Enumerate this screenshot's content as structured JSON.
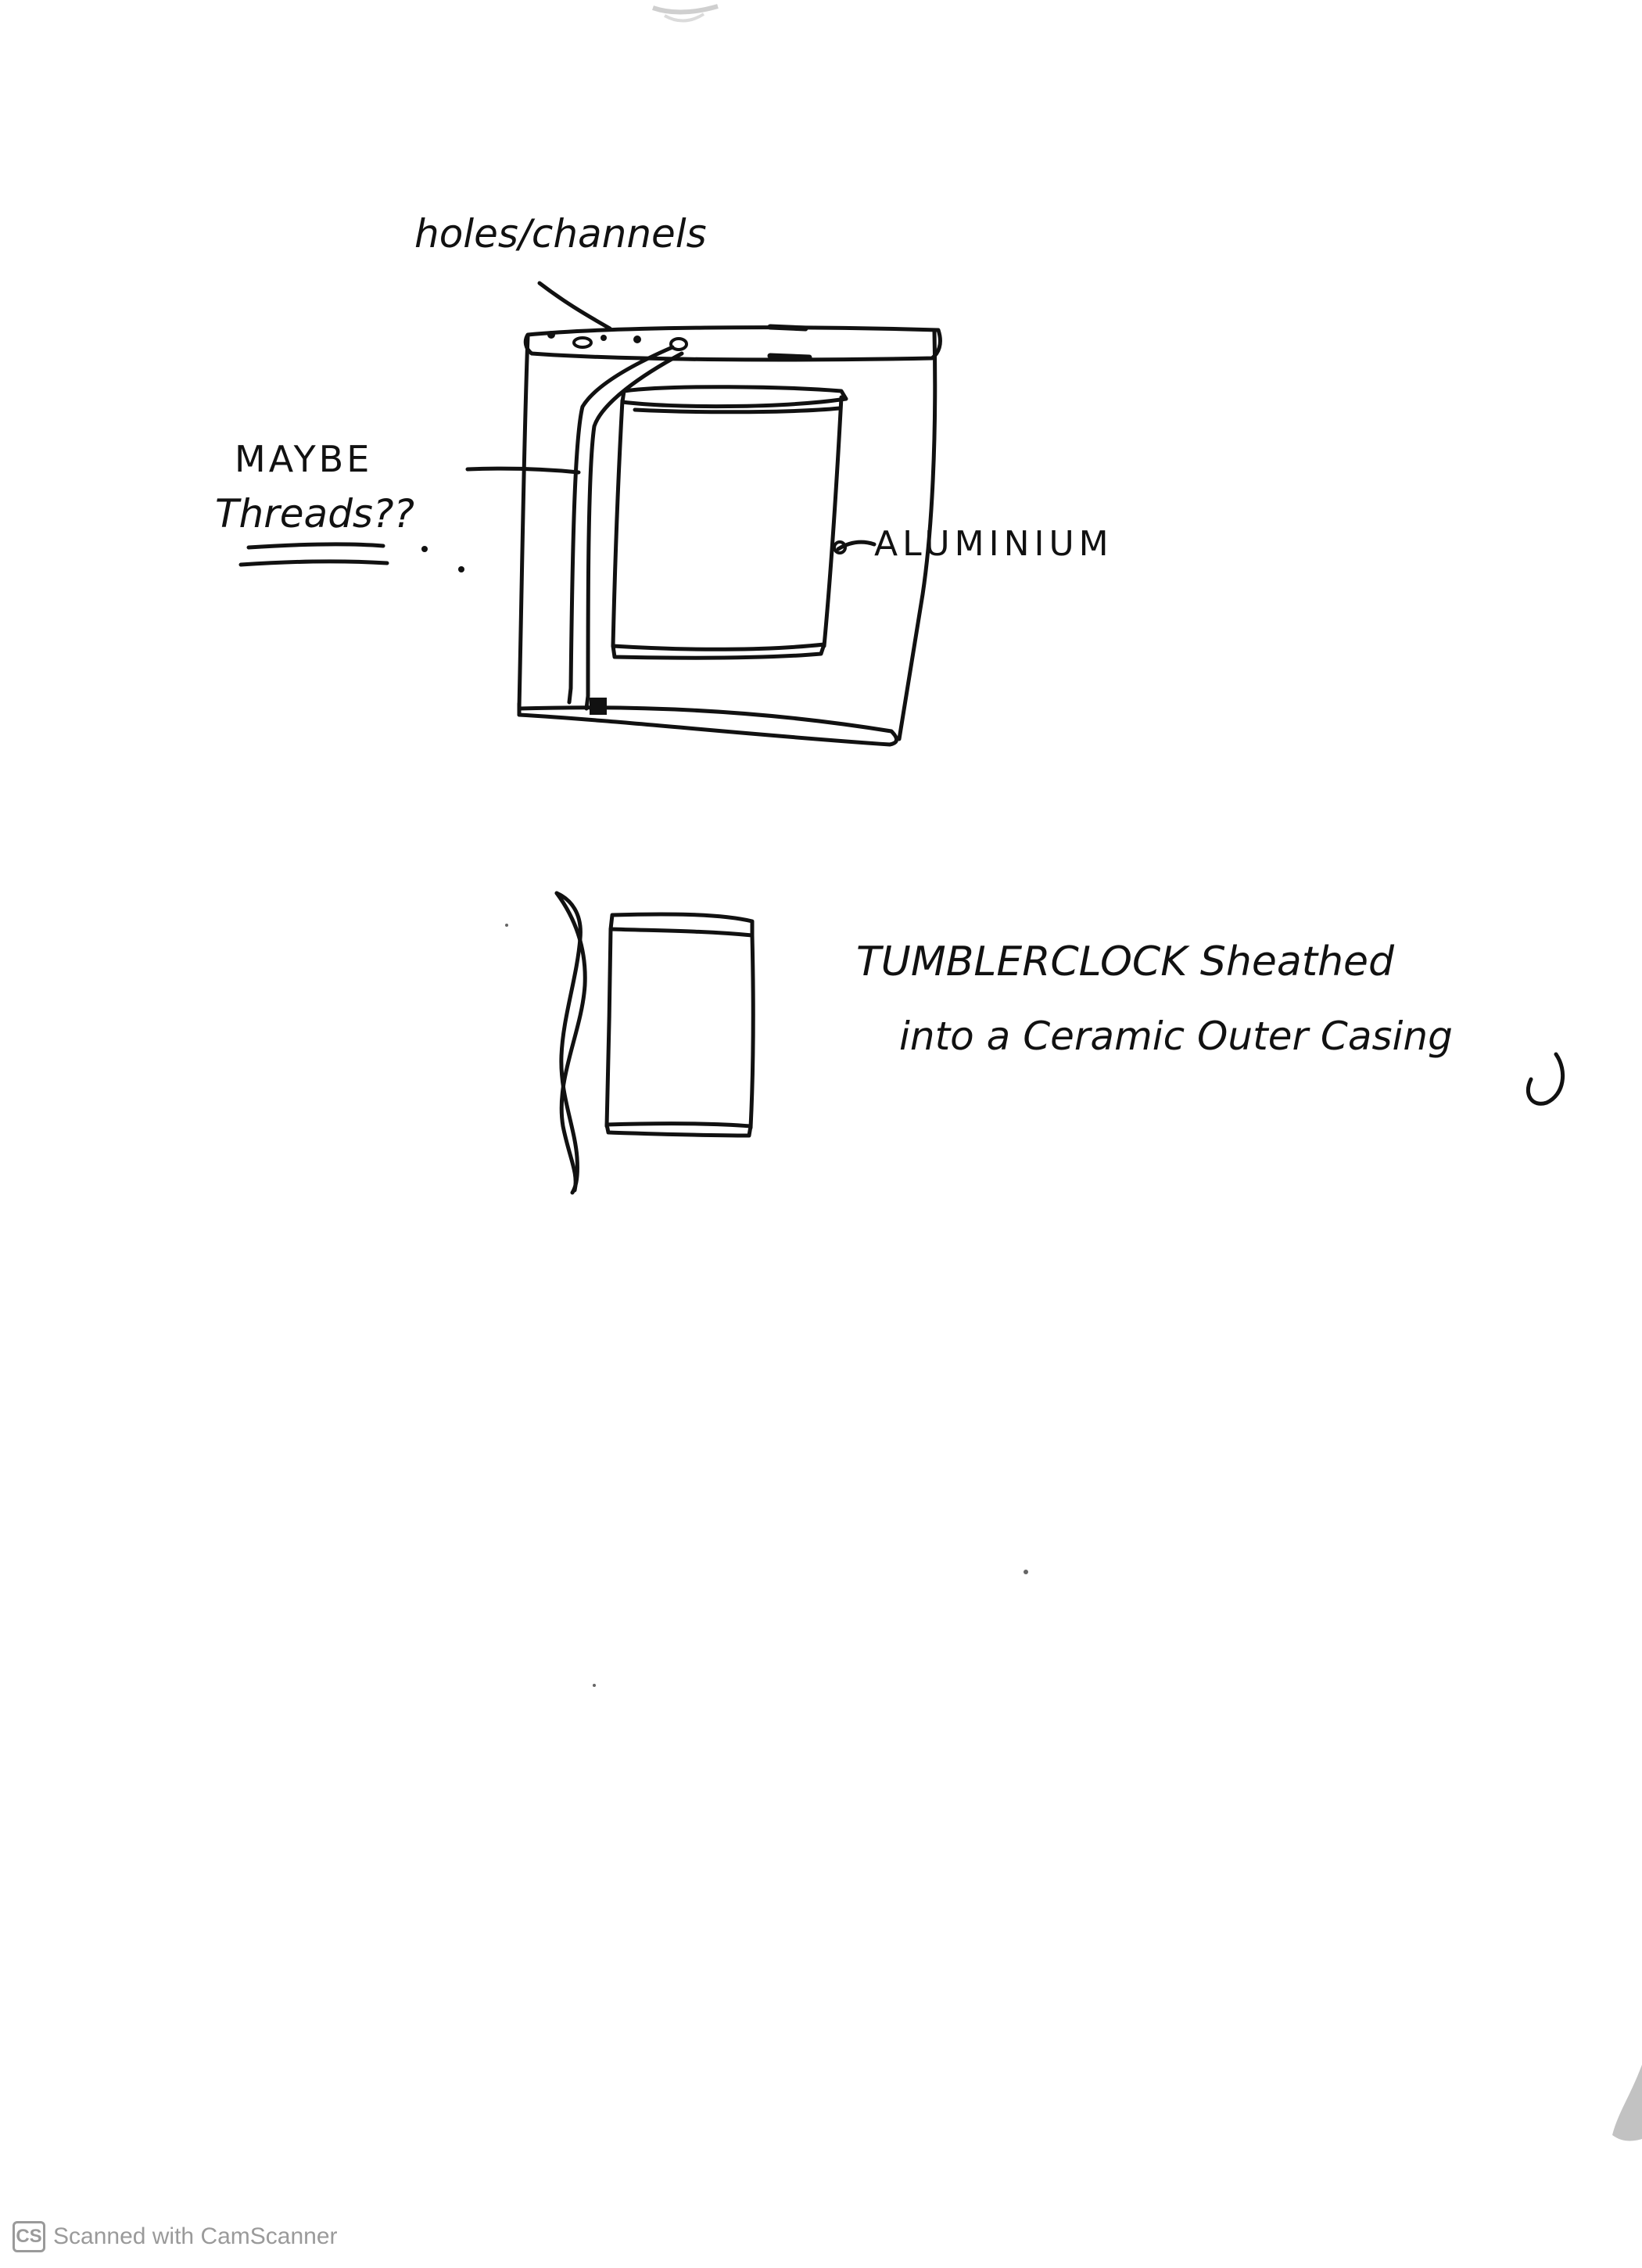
{
  "labels": {
    "holes_channels": "holes/channels",
    "maybe": "MAYBE",
    "threads": "Threads??",
    "aluminium": "ALUMINIUM",
    "tumbler_line1": "TUMBLERCLOCK Sheathed",
    "tumbler_line2": "into a Ceramic Outer Casing"
  },
  "footer": {
    "badge": "CS",
    "text": "Scanned with CamScanner"
  }
}
